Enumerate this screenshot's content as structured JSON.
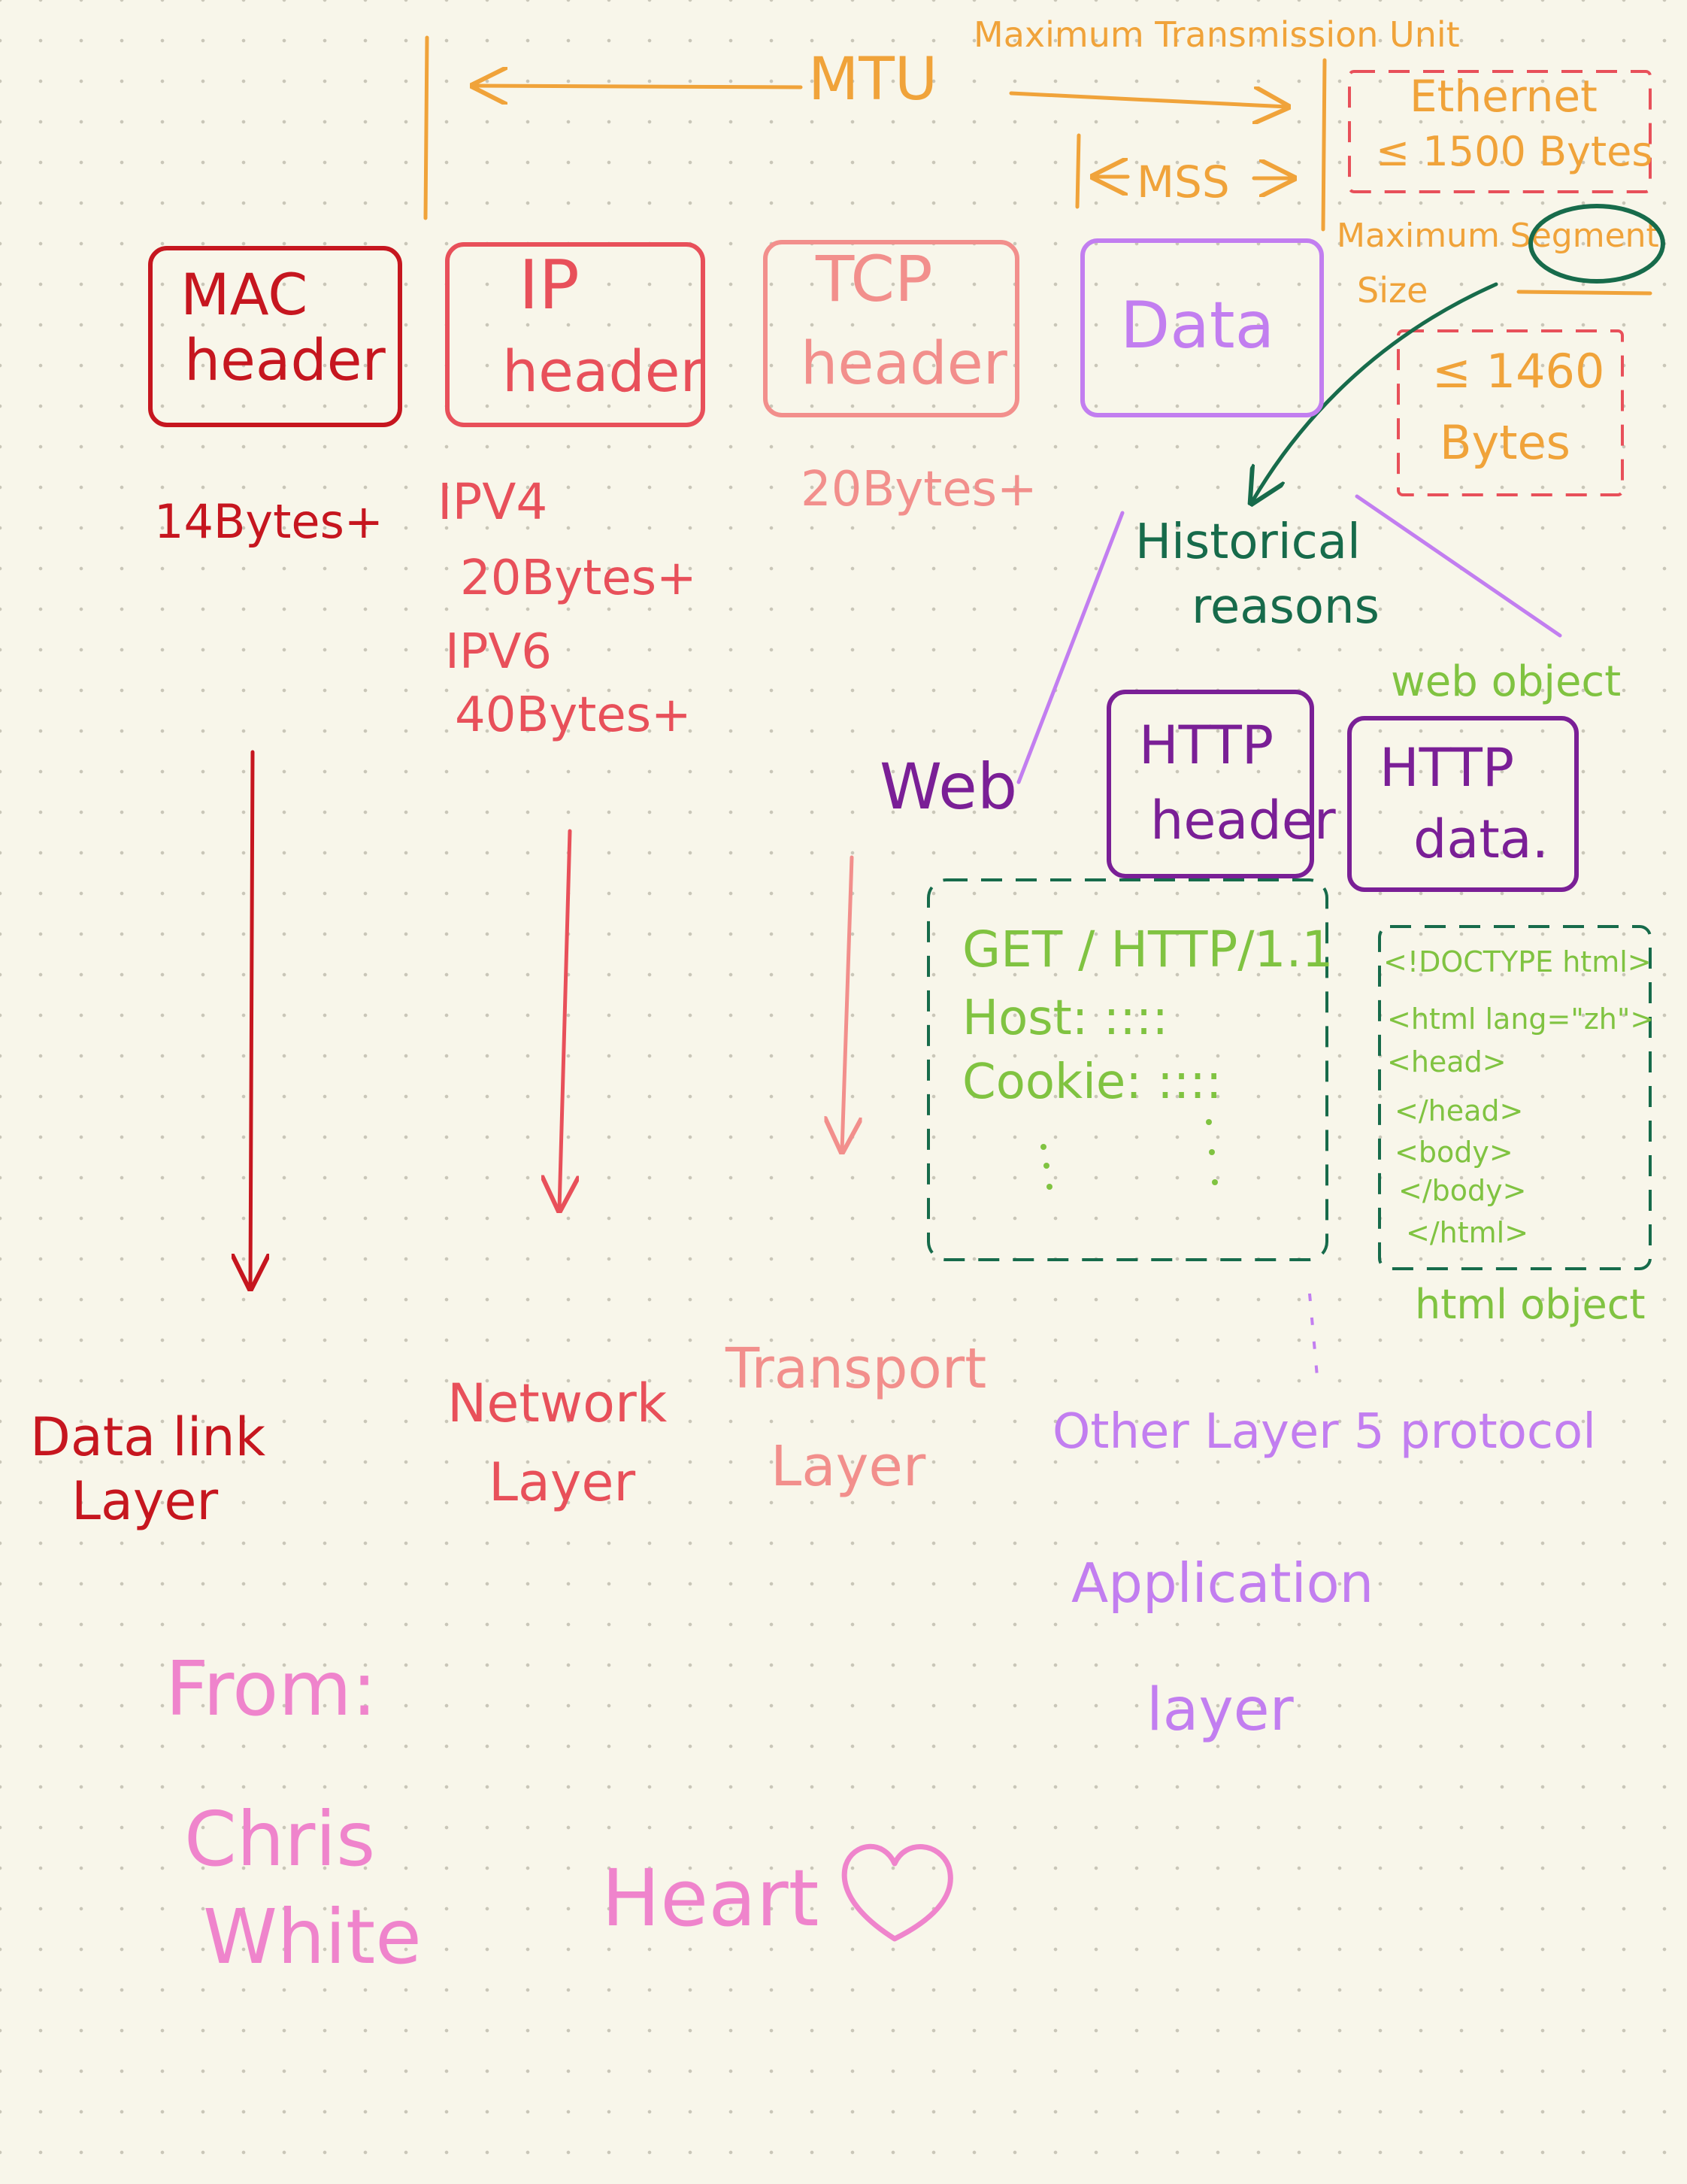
{
  "mtu": {
    "abbr": "MTU",
    "full": "Maximum Transmission Unit"
  },
  "ethernet": {
    "line1": "Ethernet",
    "line2": "≤ 1500 Bytes"
  },
  "mss": {
    "abbr": "MSS",
    "full_line1": "Maximum Segment",
    "full_line2": "Size",
    "limit_line1": "≤ 1460",
    "limit_line2": "Bytes"
  },
  "headers": {
    "mac": {
      "line1": "MAC",
      "line2": "header",
      "size": "14Bytes+"
    },
    "ip": {
      "line1": "IP",
      "line2": "header",
      "ipv4": "IPV4",
      "ipv4_size": "20Bytes+",
      "ipv6": "IPV6",
      "ipv6_size": "40Bytes+"
    },
    "tcp": {
      "line1": "TCP",
      "line2": "header",
      "size": "20Bytes+"
    },
    "data": {
      "label": "Data"
    }
  },
  "historical": {
    "line1": "Historical",
    "line2": "reasons"
  },
  "web": {
    "label": "Web",
    "http_header": {
      "line1": "HTTP",
      "line2": "header"
    },
    "http_data": {
      "line1": "HTTP",
      "line2": "data."
    },
    "web_object": "web object",
    "html_object": "html object",
    "request_lines": [
      "GET / HTTP/1.1",
      "Host: ꞉꞉꞉꞉",
      "Cookie: ꞉꞉꞉꞉"
    ],
    "html_lines": [
      "<!DOCTYPE html>",
      "<html lang=\"zh\">",
      "<head>",
      "</head>",
      "<body>",
      "</body>",
      "</html>"
    ]
  },
  "layers": {
    "data_link": {
      "line1": "Data link",
      "line2": "Layer"
    },
    "network": {
      "line1": "Network",
      "line2": "Layer"
    },
    "transport": {
      "line1": "Transport",
      "line2": "Layer"
    },
    "other": "Other Layer 5 protocol",
    "application": {
      "line1": "Application",
      "line2": "layer"
    }
  },
  "signature": {
    "from": "From:",
    "name_line1": "Chris",
    "name_line2": "White",
    "heart_word": "Heart"
  },
  "colors": {
    "orange": "#f0a33a",
    "dark_red": "#c6161f",
    "red": "#e8505a",
    "salmon": "#f28f8c",
    "violet": "#c27ef0",
    "purple": "#7a1f96",
    "green": "#80c341",
    "teal": "#176b4b",
    "pink": "#ef84cc"
  }
}
